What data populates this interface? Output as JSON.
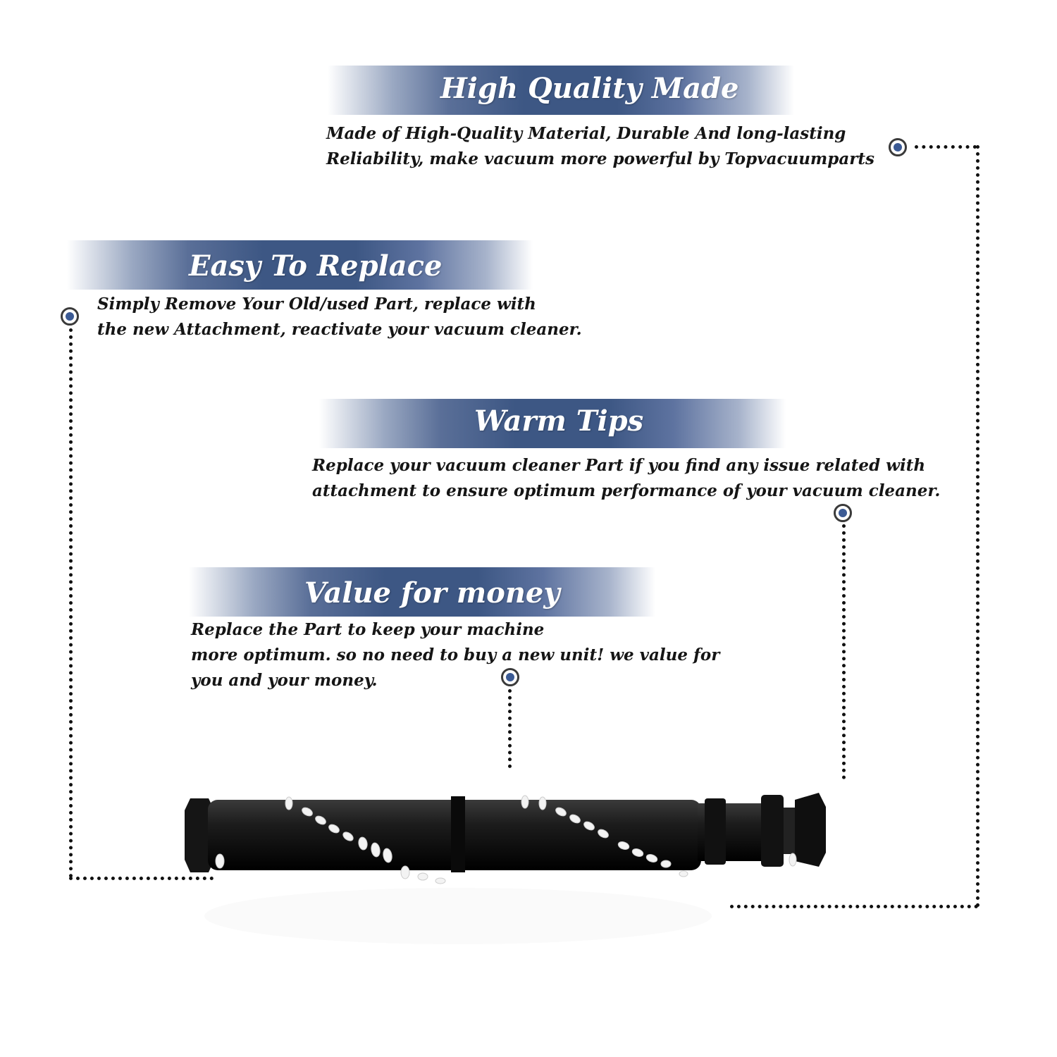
{
  "sections": [
    {
      "title": "High Quality Made",
      "lines": [
        "Made of  High-Quality Material, Durable And long-lasting",
        "Reliability, make vacuum more powerful by Topvacuumparts"
      ]
    },
    {
      "title": "Easy To Replace",
      "lines": [
        "Simply Remove Your Old/used Part, replace with",
        "the new Attachment, reactivate your vacuum cleaner."
      ]
    },
    {
      "title": "Warm Tips",
      "lines": [
        "Replace your vacuum cleaner Part if you find any issue related with",
        " attachment to ensure optimum performance of your vacuum cleaner."
      ]
    },
    {
      "title": "Value for money",
      "lines": [
        "Replace the Part to keep your machine",
        "more optimum. so no need to buy a new unit! we value for",
        "you and your money."
      ]
    }
  ],
  "colors": {
    "banner_accent": "#3d5784",
    "marker_dot": "#3b5a94",
    "text": "#151515"
  },
  "icons": [
    "marker-dot-icon",
    "brushroll-image"
  ]
}
